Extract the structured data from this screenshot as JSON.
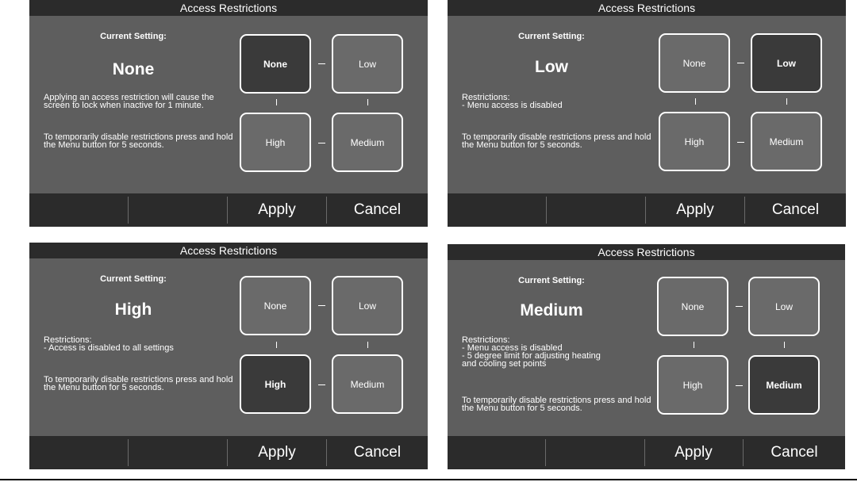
{
  "panels": [
    {
      "title": "Access Restrictions",
      "current_label": "Current Setting:",
      "current_value": "None",
      "desc1": "Applying an access restriction will cause the screen to lock when inactive for 1 minute.",
      "desc2": "To temporarily disable restrictions press and hold the Menu button for 5 seconds.",
      "options": {
        "none": "None",
        "low": "Low",
        "high": "High",
        "medium": "Medium"
      },
      "selected": "None",
      "apply": "Apply",
      "cancel": "Cancel"
    },
    {
      "title": "Access Restrictions",
      "current_label": "Current Setting:",
      "current_value": "Low",
      "desc1_title": "Restrictions:",
      "desc1_lines": [
        "- Menu access is disabled"
      ],
      "desc2": "To temporarily disable restrictions press and hold the Menu button for 5 seconds.",
      "options": {
        "none": "None",
        "low": "Low",
        "high": "High",
        "medium": "Medium"
      },
      "selected": "Low",
      "apply": "Apply",
      "cancel": "Cancel"
    },
    {
      "title": "Access Restrictions",
      "current_label": "Current Setting:",
      "current_value": "High",
      "desc1_title": "Restrictions:",
      "desc1_lines": [
        "- Access is disabled to all settings"
      ],
      "desc2": "To temporarily disable restrictions press and hold the Menu button for 5 seconds.",
      "options": {
        "none": "None",
        "low": "Low",
        "high": "High",
        "medium": "Medium"
      },
      "selected": "High",
      "apply": "Apply",
      "cancel": "Cancel"
    },
    {
      "title": "Access Restrictions",
      "current_label": "Current Setting:",
      "current_value": "Medium",
      "desc1_title": "Restrictions:",
      "desc1_lines": [
        "- Menu access is disabled",
        "- 5 degree limit for adjusting heating",
        "and cooling set points"
      ],
      "desc2": "To temporarily disable restrictions press and hold the Menu button for 5 seconds.",
      "options": {
        "none": "None",
        "low": "Low",
        "high": "High",
        "medium": "Medium"
      },
      "selected": "Medium",
      "apply": "Apply",
      "cancel": "Cancel"
    }
  ]
}
